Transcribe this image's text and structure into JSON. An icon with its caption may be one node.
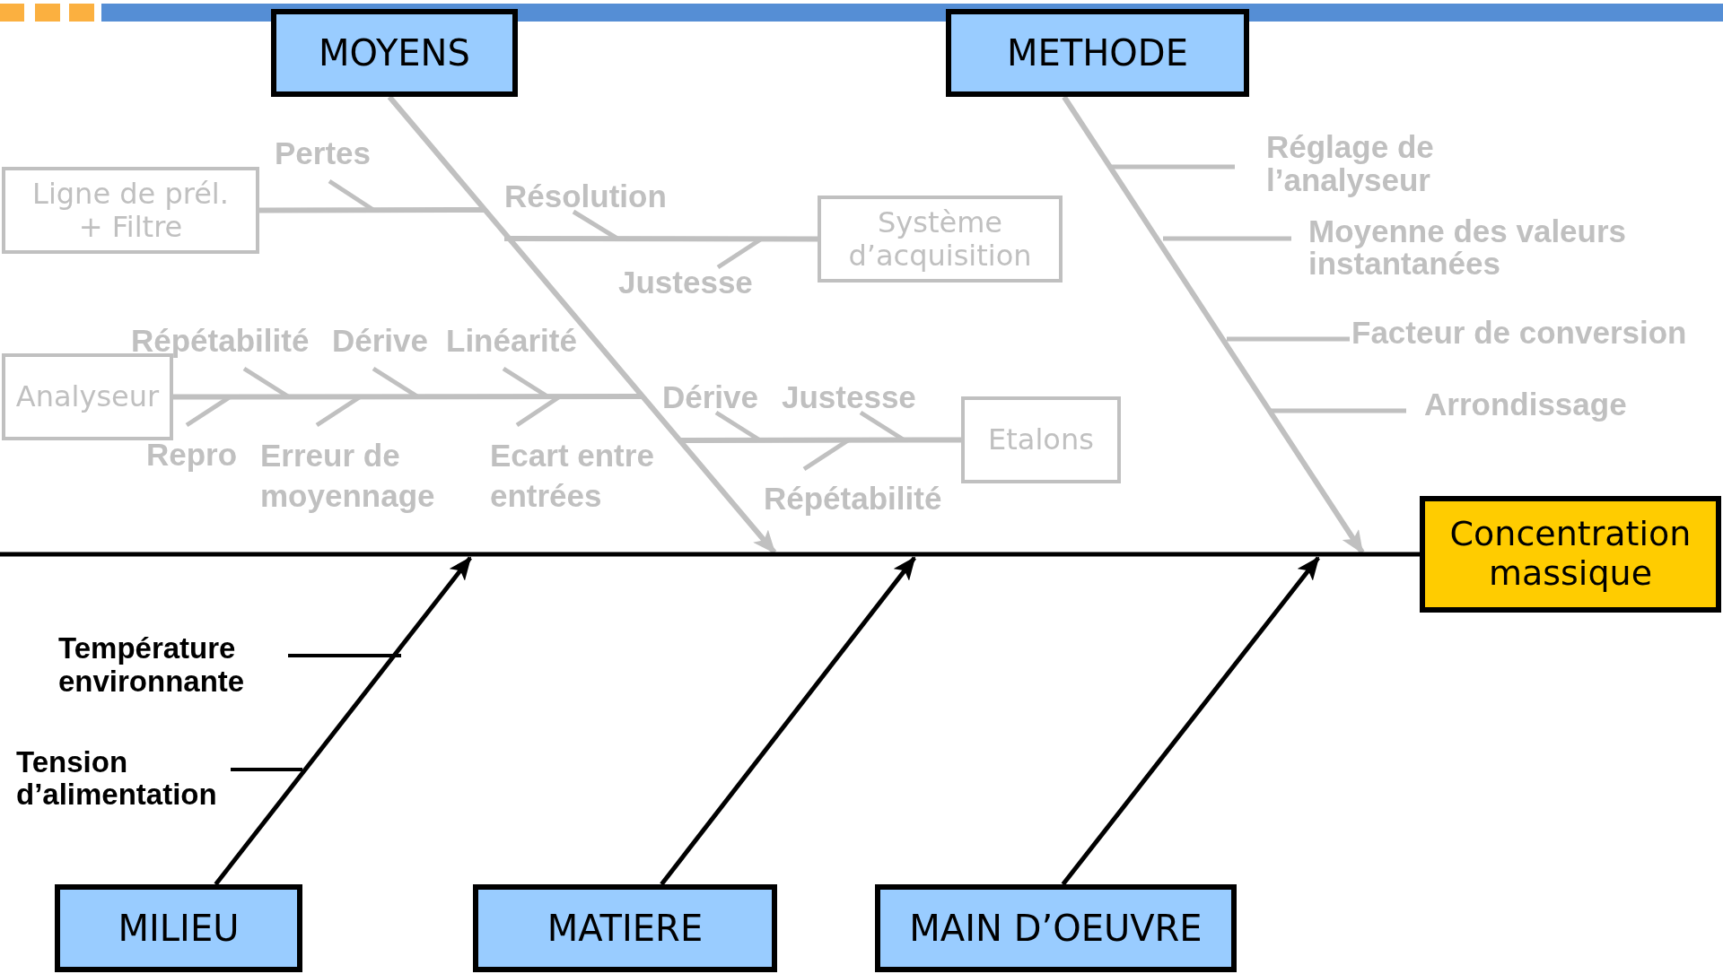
{
  "diagram": {
    "nodes": [
      {
        "text": [
          "MOYENS"
        ]
      },
      {
        "text": [
          "METHODE"
        ]
      },
      {
        "text": [
          "Ligne de prél. + Filtre"
        ]
      },
      {
        "text": [
          "Système d’acquisition"
        ]
      },
      {
        "text": [
          "Analyseur"
        ]
      },
      {
        "text": [
          "Etalons"
        ]
      },
      {
        "text": [
          "Concentration massique"
        ]
      },
      {
        "text": [
          "MILIEU"
        ]
      },
      {
        "text": [
          "MATIERE"
        ]
      },
      {
        "text": [
          "MAIN D’OEUVRE"
        ]
      }
    ],
    "edges": [
      {
        "from": 0,
        "to": null,
        "arrow": "to",
        "color": "#c0c0c0"
      },
      {
        "from": 1,
        "to": null,
        "arrow": "to",
        "color": "#c0c0c0"
      },
      {
        "from": 7,
        "to": null,
        "arrow": "to",
        "color": "#000000"
      },
      {
        "from": 8,
        "to": null,
        "arrow": "to",
        "color": "#000000"
      },
      {
        "from": 9,
        "to": null,
        "arrow": "to",
        "color": "#000000"
      },
      {
        "from": null,
        "to": 6,
        "arrow": "none",
        "color": "#000000"
      },
      {
        "from": 2,
        "to": null,
        "arrow": "none",
        "color": "#c0c0c0"
      },
      {
        "from": 3,
        "to": null,
        "arrow": "none",
        "color": "#c0c0c0"
      },
      {
        "from": 4,
        "to": null,
        "arrow": "none",
        "color": "#c0c0c0"
      },
      {
        "from": 5,
        "to": null,
        "arrow": "none",
        "color": "#c0c0c0"
      }
    ],
    "labels": [
      "Pertes",
      "Réglage de l’analyseur",
      "Résolution",
      "Moyenne des valeurs instantanées",
      "Justesse",
      "Répétabilité",
      "Dérive",
      "Linéarité",
      "Facteur de conversion",
      "Dérive",
      "Justesse",
      "Arrondissage",
      "Repro",
      "Erreur de moyennage",
      "Ecart entre entrées",
      "Répétabilité",
      "Température environnante",
      "Tension d’alimentation"
    ]
  }
}
